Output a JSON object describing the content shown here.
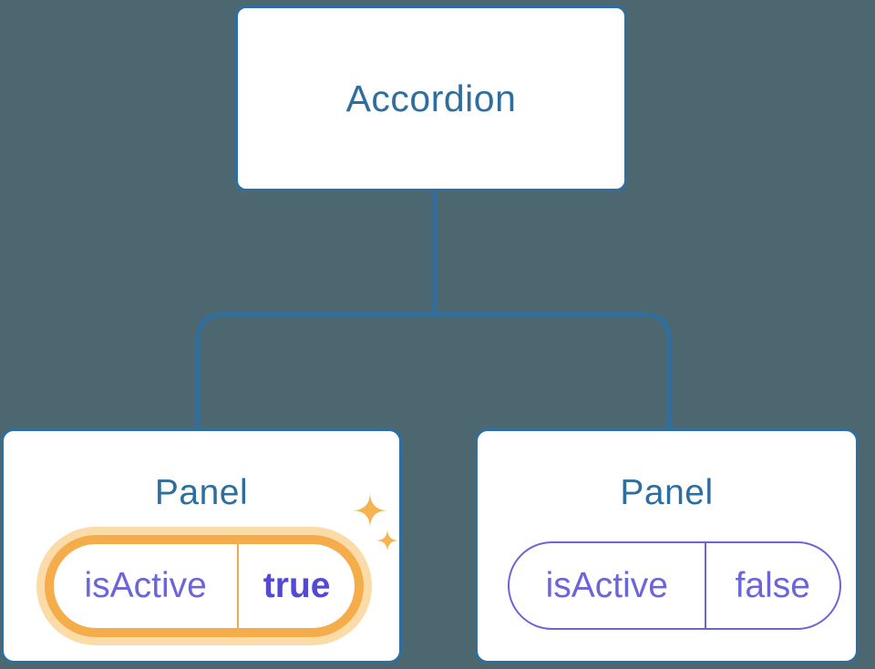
{
  "diagram": {
    "description": "React component tree diagram: Accordion parent with two Panel children and their isActive props",
    "background_color": "#4C6770",
    "node_fill_color": "#FFFFFF",
    "node_border_color": "#2F6F9F",
    "heading_text_color": "#2E6E9E",
    "connector_color": "#2F6F9F",
    "root": {
      "label": "Accordion"
    },
    "panels": [
      {
        "title": "Panel",
        "prop_name": "isActive",
        "prop_value": "true",
        "highlighted": true,
        "pill_border_color": "#F5AD4B",
        "pill_glow_color": "#FBDCA8",
        "pill_divider_color": "#F3A94C",
        "prop_name_color": "#6B65D9",
        "prop_value_color": "#5349D6",
        "sparkle_color": "#F6B350"
      },
      {
        "title": "Panel",
        "prop_name": "isActive",
        "prop_value": "false",
        "highlighted": false,
        "pill_border_color": "#6B65D9",
        "pill_divider_color": "#6B65D9",
        "prop_name_color": "#6B65D9",
        "prop_value_color": "#6B65D9"
      }
    ],
    "icons": {
      "sparkles": "sparkles-icon (two four-pointed stars)",
      "sparkle_glyph": "✦"
    }
  }
}
